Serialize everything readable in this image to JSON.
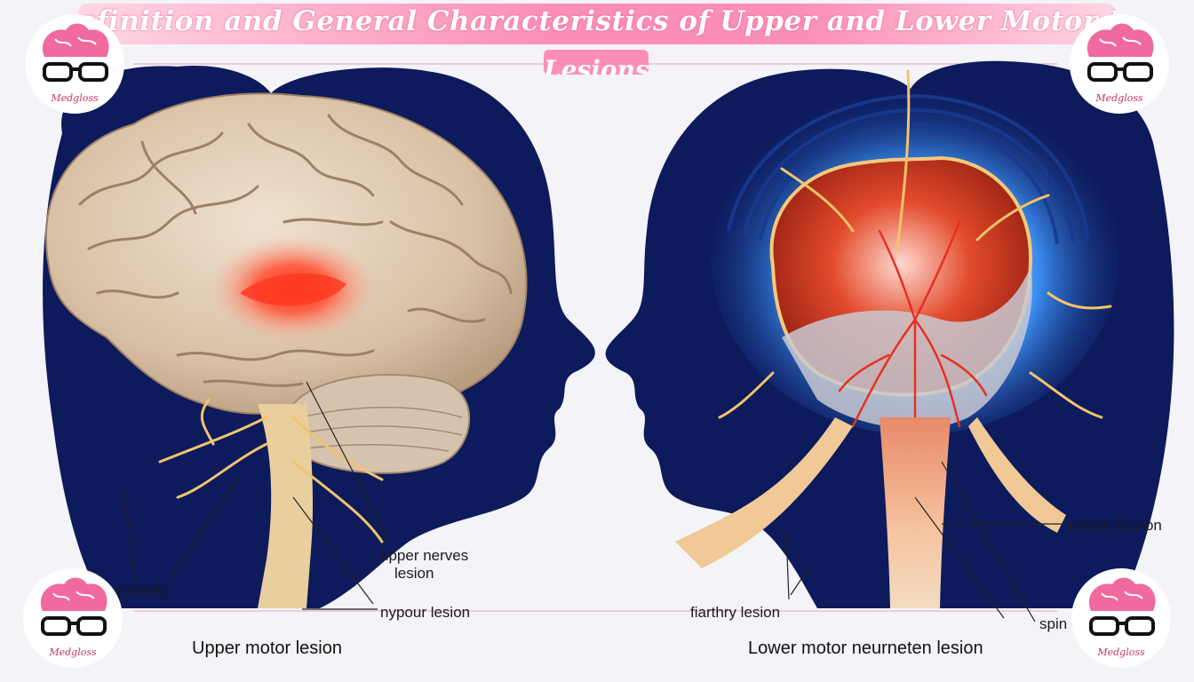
{
  "title": {
    "line1": "efinition and General Characteristics of Upper and Lower Motor Neu",
    "line2": "Lesions"
  },
  "logos": {
    "brand": "Medgloss",
    "icon": "brain-glasses-icon"
  },
  "left_panel": {
    "caption": "Upper motor lesion",
    "labels": {
      "upper_nerves_line1": "upper nerves",
      "upper_nerves_line2": "lesion",
      "patsicty": "patsicty",
      "nypour": "nypour lesion"
    }
  },
  "right_panel": {
    "caption": "Lower motor neurneten lesion",
    "labels": {
      "notom": "notom lession",
      "fiarthry": "fiarthry lesion",
      "spin": "spin"
    }
  },
  "colors": {
    "banner": "#fb8fb7",
    "silhouette": "#0d1a5c",
    "glow": "#2f7fe8",
    "brain": "#dcc6ad",
    "lesion": "#ff3a2a",
    "nerve": "#f3c97a"
  }
}
